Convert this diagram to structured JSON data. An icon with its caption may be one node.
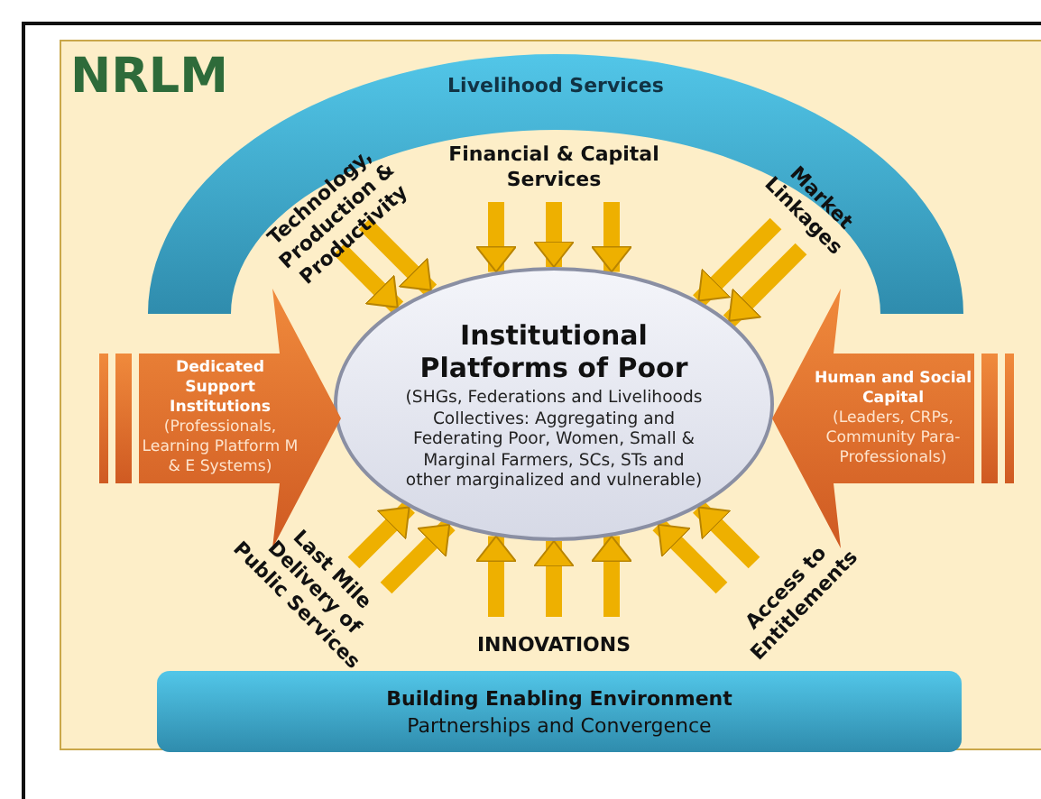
{
  "diagram": {
    "title": "NRLM",
    "nodes": [
      {
        "text": [
          "Livelihood Services"
        ]
      },
      {
        "text": [
          "Institutional Platforms of Poor",
          "(SHGs, Federations and Livelihoods Collectives: Aggregating and Federating Poor, Women, Small & Marginal Farmers, SCs, STs and other marginalized and vulnerable)"
        ]
      },
      {
        "text": [
          "Dedicated Support Institutions",
          "(Professionals, Learning Platform M & E Systems)"
        ]
      },
      {
        "text": [
          "Human and Social Capital",
          "(Leaders, CRPs, Community Para-Professionals)"
        ]
      },
      {
        "text": [
          "Technology, Production & Productivity"
        ]
      },
      {
        "text": [
          "Financial & Capital Services"
        ]
      },
      {
        "text": [
          "Market Linkages"
        ]
      },
      {
        "text": [
          "Last Mile Delivery of Public Services"
        ]
      },
      {
        "text": [
          "INNOVATIONS"
        ]
      },
      {
        "text": [
          "Access to Entitlements"
        ]
      },
      {
        "text": [
          "Building Enabling Environment",
          "Partnerships and Convergence"
        ]
      }
    ],
    "edges": [
      {
        "from": 4,
        "to": 1,
        "arrow": "to"
      },
      {
        "from": 4,
        "to": 1,
        "arrow": "to"
      },
      {
        "from": 5,
        "to": 1,
        "arrow": "to"
      },
      {
        "from": 5,
        "to": 1,
        "arrow": "to"
      },
      {
        "from": 5,
        "to": 1,
        "arrow": "to"
      },
      {
        "from": 6,
        "to": 1,
        "arrow": "to"
      },
      {
        "from": 6,
        "to": 1,
        "arrow": "to"
      },
      {
        "from": 7,
        "to": 1,
        "arrow": "to"
      },
      {
        "from": 7,
        "to": 1,
        "arrow": "to"
      },
      {
        "from": 8,
        "to": 1,
        "arrow": "to"
      },
      {
        "from": 8,
        "to": 1,
        "arrow": "to"
      },
      {
        "from": 8,
        "to": 1,
        "arrow": "to"
      },
      {
        "from": 9,
        "to": 1,
        "arrow": "to"
      },
      {
        "from": 9,
        "to": 1,
        "arrow": "to"
      }
    ]
  }
}
